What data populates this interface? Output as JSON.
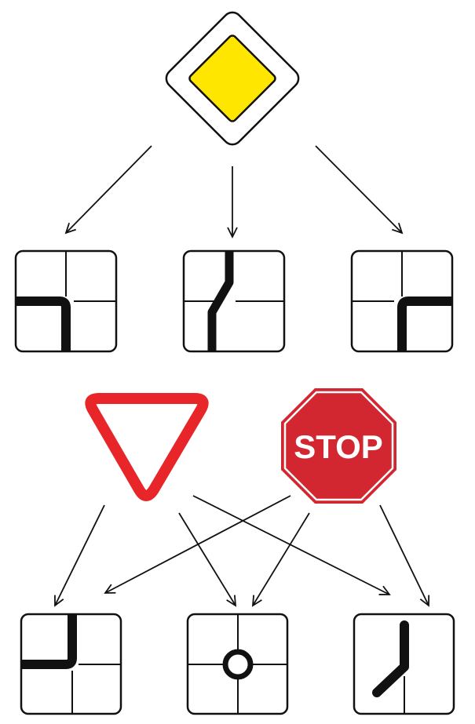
{
  "signs": {
    "priority_road": {
      "icon": "priority-road-diamond",
      "fill": "#FFE600",
      "border": "#111111"
    },
    "yield": {
      "icon": "yield-triangle",
      "border": "#E8262A"
    },
    "stop": {
      "icon": "stop-octagon",
      "text": "STOP",
      "fill": "#D22630",
      "text_color": "#FFFFFF"
    }
  },
  "plates": [
    {
      "id": "priority-bends-left-down",
      "icon": "junction-plate"
    },
    {
      "id": "priority-straight-offset",
      "icon": "junction-plate"
    },
    {
      "id": "priority-bends-right-down",
      "icon": "junction-plate"
    },
    {
      "id": "minor-bends-left-up",
      "icon": "junction-plate"
    },
    {
      "id": "roundabout",
      "icon": "junction-plate"
    },
    {
      "id": "minor-diagonal-junction",
      "icon": "junction-plate"
    }
  ],
  "colors": {
    "line": "#111111",
    "background": "#FFFFFF"
  }
}
